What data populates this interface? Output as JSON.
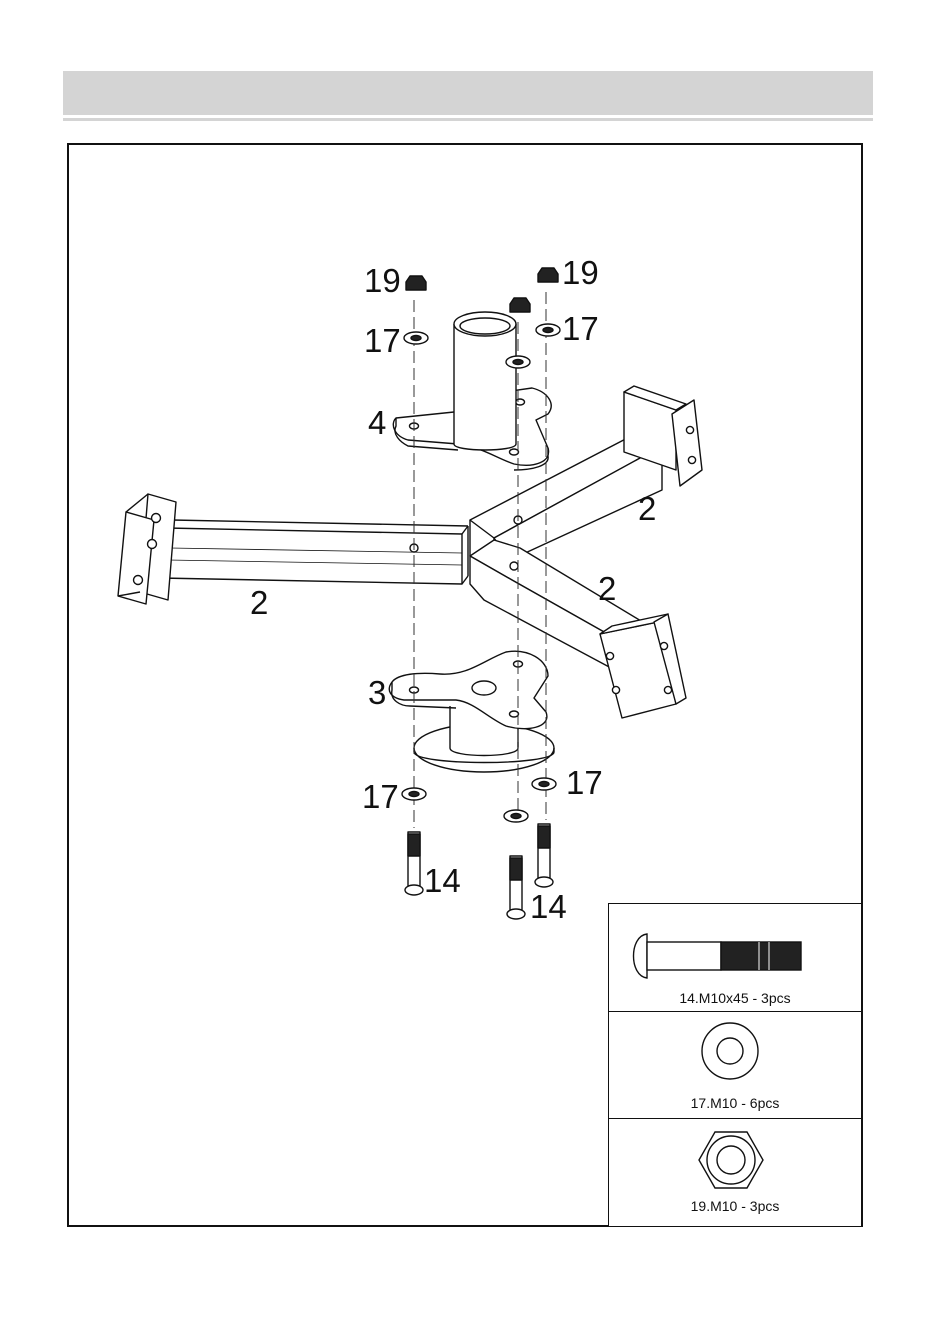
{
  "callouts": {
    "c19_left": "19",
    "c19_right": "19",
    "c17_top_left": "17",
    "c17_top_right": "17",
    "c4": "4",
    "c2_left": "2",
    "c2_upper_right": "2",
    "c2_lower_right": "2",
    "c3": "3",
    "c17_bottom_left": "17",
    "c17_bottom_right": "17",
    "c14_left": "14",
    "c14_right": "14"
  },
  "parts_legend": [
    {
      "caption": "14.M10x45 - 3pcs",
      "icon": "carriage-bolt-icon"
    },
    {
      "caption": "17.M10 - 6pcs",
      "icon": "washer-icon"
    },
    {
      "caption": "19.M10 - 3pcs",
      "icon": "hex-nut-icon"
    }
  ]
}
